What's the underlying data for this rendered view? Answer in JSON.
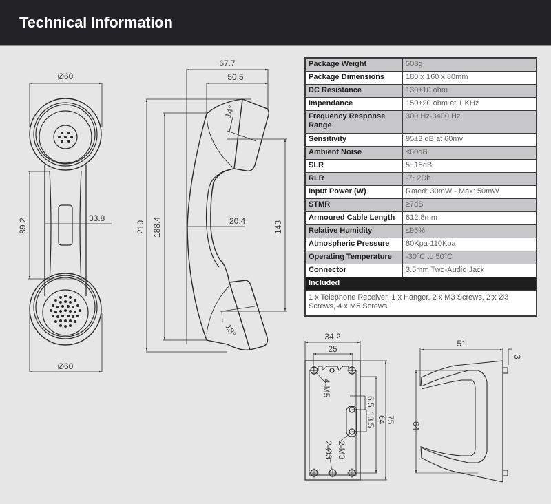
{
  "header": {
    "title": "Technical Information"
  },
  "specs": {
    "rows": [
      {
        "label": "Package Weight",
        "value": "503g"
      },
      {
        "label": "Package Dimensions",
        "value": "180 x 160 x 80mm"
      },
      {
        "label": "DC Resistance",
        "value": "130±10 ohm"
      },
      {
        "label": "Impendance",
        "value": "150±20 ohm at 1 KHz"
      },
      {
        "label": "Frequency Response Range",
        "value": "300 Hz-3400 Hz"
      },
      {
        "label": "Sensitivity",
        "value": "95±3 dB at 60mv"
      },
      {
        "label": "Ambient Noise",
        "value": "≤60dB"
      },
      {
        "label": "SLR",
        "value": "5~15dB"
      },
      {
        "label": "RLR",
        "value": "-7~2Db"
      },
      {
        "label": "Input Power (W)",
        "value": "Rated: 30mW - Max: 50mW"
      },
      {
        "label": "STMR",
        "value": "≥7dB"
      },
      {
        "label": "Armoured Cable Length",
        "value": "812.8mm"
      },
      {
        "label": "Relative Humidity",
        "value": "≤95%"
      },
      {
        "label": "Atmospheric Pressure",
        "value": "80Kpa-110Kpa"
      },
      {
        "label": "Operating Temperature",
        "value": "-30°C to 50°C"
      },
      {
        "label": "Connector",
        "value": "3.5mm Two-Audio Jack"
      }
    ],
    "included_label": "Included",
    "included_text": "1 x Telephone Receiver, 1 x Hanger, 2 x M3 Screws, 2 x Ø3 Screws, 4 x M5 Screws"
  },
  "drawings": {
    "front_view": {
      "top_diameter": "Ø60",
      "bottom_diameter": "Ø60",
      "handle_length": "89.2",
      "handle_width": "33.8"
    },
    "side_view": {
      "top_width_outer": "67.7",
      "top_width_inner": "50.5",
      "total_height": "210",
      "inner_height": "188.4",
      "cup_span": "143",
      "neck_width": "20.4",
      "top_angle": "14°",
      "bottom_angle": "18°"
    },
    "mount_plate": {
      "outer_width": "34.2",
      "hole_spacing": "25",
      "screw_m5": "4-M5",
      "dim_6_5": "6.5",
      "dim_13_5": "13.5",
      "dim_64": "64",
      "dim_75": "75",
      "screw_m3": "2-M3",
      "screw_d3": "2-Ø3"
    },
    "hanger": {
      "depth": "51",
      "thickness": "3",
      "height": "64"
    }
  }
}
